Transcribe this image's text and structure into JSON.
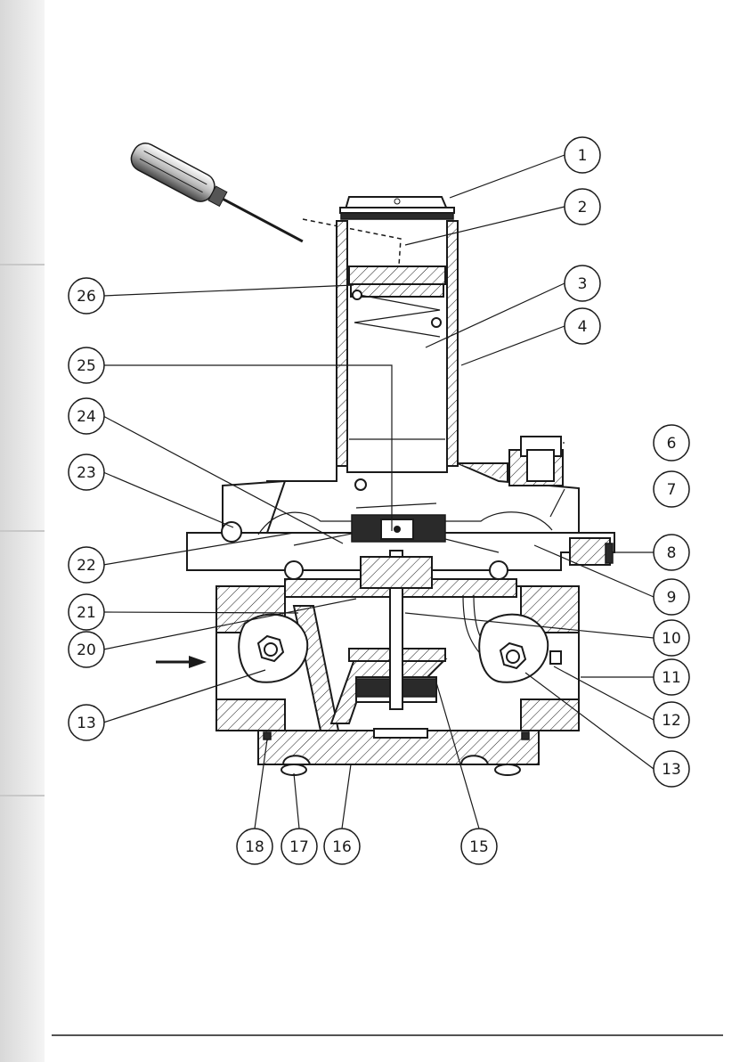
{
  "diagram": {
    "callouts": [
      {
        "label": "1"
      },
      {
        "label": "2"
      },
      {
        "label": "26"
      },
      {
        "label": "3"
      },
      {
        "label": "4"
      },
      {
        "label": "25"
      },
      {
        "label": "24"
      },
      {
        "label": "6"
      },
      {
        "label": "23"
      },
      {
        "label": "7"
      },
      {
        "label": "22"
      },
      {
        "label": "8"
      },
      {
        "label": "9"
      },
      {
        "label": "21"
      },
      {
        "label": "20"
      },
      {
        "label": "10"
      },
      {
        "label": "11"
      },
      {
        "label": "13"
      },
      {
        "label": "12"
      },
      {
        "label": "13"
      },
      {
        "label": "18"
      },
      {
        "label": "17"
      },
      {
        "label": "16"
      },
      {
        "label": "15"
      }
    ],
    "colors": {
      "line": "#1a1a1a",
      "sidebar_light": "#f0f0f0",
      "sidebar_dark": "#dcdcdc"
    },
    "icons": [
      "screwdriver-icon",
      "flow-direction-arrow-icon"
    ]
  }
}
